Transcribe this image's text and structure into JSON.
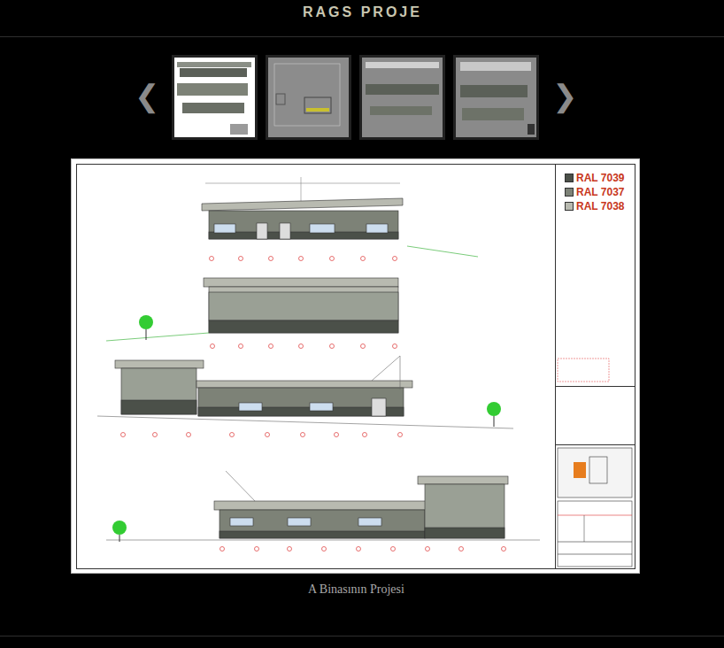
{
  "diagram": {
    "title": "RAGS PROJE",
    "caption": "A Binasının Projesi",
    "labels": [
      "❮",
      "❯"
    ],
    "legend": [
      {
        "text": "RAL 7039",
        "color": "#4b5049"
      },
      {
        "text": "RAL 7037",
        "color": "#7d8277"
      },
      {
        "text": "RAL 7038",
        "color": "#b8bab0"
      }
    ]
  }
}
